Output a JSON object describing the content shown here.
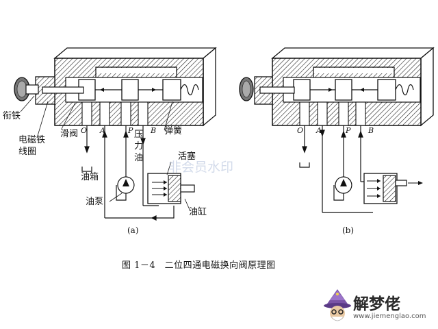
{
  "panel_a": {
    "label": "(a)",
    "ports": {
      "O": "O",
      "A": "A",
      "P": "P",
      "B": "B"
    },
    "parts": {
      "armature": "衔铁",
      "coil_line1": "电磁铁",
      "coil_line2": "线圈",
      "spool": "滑阀",
      "pressure_oil_1": "压",
      "pressure_oil_2": "力",
      "pressure_oil_3": "油",
      "piston": "活塞",
      "spring": "弹簧",
      "tank": "油箱",
      "pump": "油泵",
      "cylinder": "油缸"
    }
  },
  "panel_b": {
    "label": "(b)",
    "ports": {
      "O": "O",
      "A": "A",
      "P": "P",
      "B": "B"
    }
  },
  "caption": "图 1－4　二位四通电磁换向阀原理图",
  "watermark": "非会员水印",
  "logo": {
    "text": "解梦佬",
    "url": "www.jiemenglao.com"
  }
}
